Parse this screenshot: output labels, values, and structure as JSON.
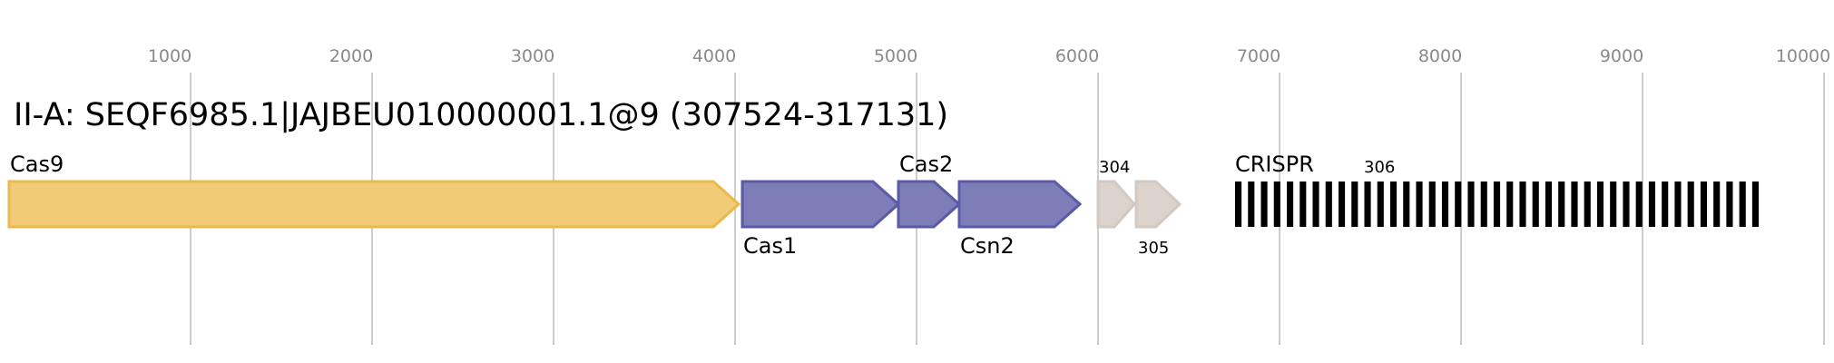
{
  "title": "II-A: SEQF6985.1|JAJBEU010000001.1@9 (307524-317131)",
  "axis": {
    "ticks": [
      "1000",
      "2000",
      "3000",
      "4000",
      "5000",
      "6000",
      "7000",
      "8000",
      "9000",
      "10000"
    ]
  },
  "genes": [
    {
      "label": "Cas9",
      "start": 0,
      "end": 4020,
      "strand": "+",
      "color": "#f2cb76",
      "stroke": "#eab94b",
      "label_pos": "above"
    },
    {
      "label": "Cas1",
      "start": 4040,
      "end": 4900,
      "strand": "+",
      "color": "#7d7db8",
      "stroke": "#5a5aa6",
      "label_pos": "below"
    },
    {
      "label": "Cas2",
      "start": 4900,
      "end": 5235,
      "strand": "+",
      "color": "#7d7db8",
      "stroke": "#5a5aa6",
      "label_pos": "above"
    },
    {
      "label": "Csn2",
      "start": 5235,
      "end": 5900,
      "strand": "+",
      "color": "#7d7db8",
      "stroke": "#5a5aa6",
      "label_pos": "below"
    },
    {
      "label": "304",
      "start": 6000,
      "end": 6200,
      "strand": "+",
      "color": "#ddd3cd",
      "stroke": "#d3c8c2",
      "label_pos": "above-small"
    },
    {
      "label": "305",
      "start": 6210,
      "end": 6450,
      "strand": "+",
      "color": "#ddd3cd",
      "stroke": "#d3c8c2",
      "label_pos": "below-small"
    }
  ],
  "crispr": {
    "label": "CRISPR",
    "sublabel": "306",
    "start": 6755,
    "end": 9640,
    "repeat_count": 41,
    "color": "#000000"
  }
}
